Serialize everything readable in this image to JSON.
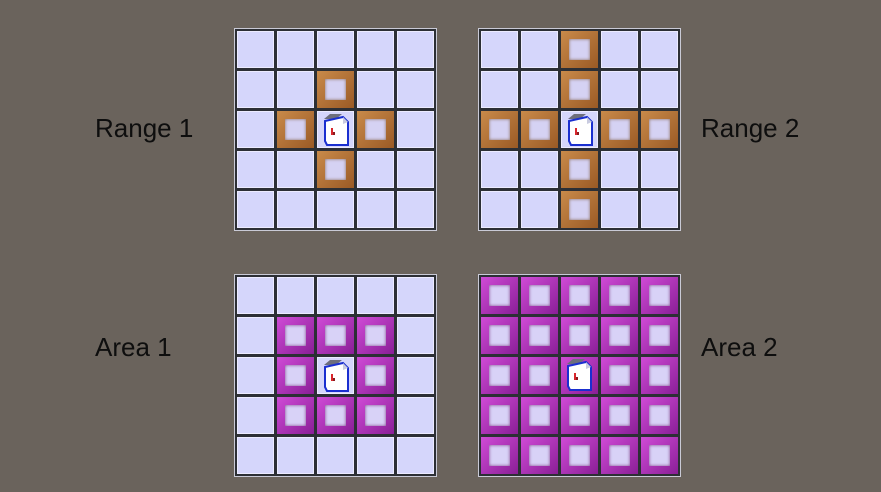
{
  "panels": [
    {
      "id": "range-1",
      "label": "Range 1",
      "kind": "range",
      "size": 5,
      "highlight": [
        [
          1,
          2
        ],
        [
          2,
          1
        ],
        [
          2,
          3
        ],
        [
          3,
          2
        ]
      ],
      "unit": [
        2,
        2
      ]
    },
    {
      "id": "range-2",
      "label": "Range 2",
      "kind": "range",
      "size": 5,
      "highlight": [
        [
          0,
          2
        ],
        [
          1,
          2
        ],
        [
          2,
          0
        ],
        [
          2,
          1
        ],
        [
          2,
          3
        ],
        [
          2,
          4
        ],
        [
          3,
          2
        ],
        [
          4,
          2
        ]
      ],
      "unit": [
        2,
        2
      ]
    },
    {
      "id": "area-1",
      "label": "Area 1",
      "kind": "area",
      "size": 5,
      "highlight": [
        [
          1,
          1
        ],
        [
          1,
          2
        ],
        [
          1,
          3
        ],
        [
          2,
          1
        ],
        [
          2,
          3
        ],
        [
          3,
          1
        ],
        [
          3,
          2
        ],
        [
          3,
          3
        ]
      ],
      "unit": [
        2,
        2
      ]
    },
    {
      "id": "area-2",
      "label": "Area 2",
      "kind": "area",
      "size": 5,
      "highlight": "all",
      "unit": [
        2,
        2
      ]
    }
  ],
  "colors": {
    "background": "#6a635c",
    "tile": "#d5d6fb",
    "range_highlight": "#b87538",
    "area_highlight": "#b53fc0",
    "unit_outline": "#1a2fd0"
  },
  "icons": {
    "unit": "game-piece-icon"
  }
}
